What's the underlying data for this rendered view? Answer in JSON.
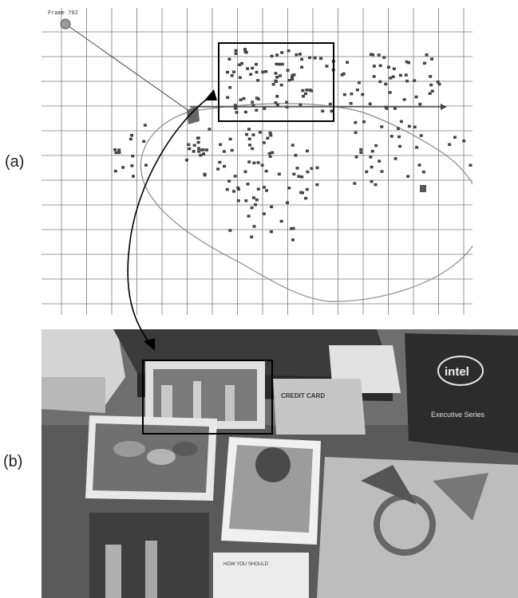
{
  "figure": {
    "panel_a_label": "(a)",
    "panel_b_label": "(b)",
    "frame_label": "Frame 702"
  },
  "photo_text": {
    "credit_card": "CREDIT CARD",
    "intel_logo": "intel",
    "intel_subtitle": "Executive Series",
    "note_heading": "HOW YOU SHOULD"
  },
  "colors": {
    "grid": "#7a7a7a",
    "points": "#444444",
    "trajectory": "#8a8a8a",
    "highlight_box": "#000000",
    "camera": "#9a9a9a"
  }
}
